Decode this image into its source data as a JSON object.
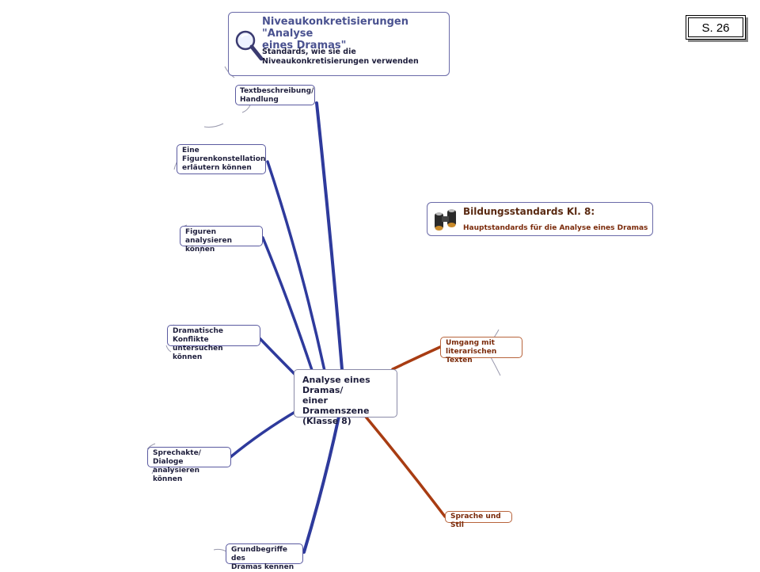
{
  "page_number": "S. 26",
  "center_node": "Analyse eines\nDramas/\neiner Dramenszene\n(Klasse 8)",
  "niveau_callout": {
    "title": "Niveaukonkretisierungen \"Analyse\neines Dramas\"",
    "subtitle": "Standards, wie sie die\nNiveaukonkretisierungen verwenden",
    "icon": "magnifier-icon"
  },
  "bildung_callout": {
    "title": "Bildungsstandards Kl. 8:",
    "subtitle": "Hauptstandards für die Analyse eines Dramas",
    "icon": "binoculars-icon"
  },
  "left_branches": [
    "Textbeschreibung/\nHandlung",
    "Eine\nFigurenkonstellation\nerläutern können",
    "Figuren analysieren\nkönnen",
    "Dramatische Konflikte\nuntersuchen können",
    "Sprechakte/ Dialoge\nanalysieren können",
    "Grundbegriffe des\nDramas kennen"
  ],
  "right_branches": [
    "Umgang mit\nliterarischen Texten",
    "Sprache und Stil"
  ],
  "colors": {
    "blue_branch": "#2e3a9c",
    "orange_branch": "#a83c12",
    "node_border": "#5a5aa0",
    "orange_node_border": "#b8643c"
  }
}
